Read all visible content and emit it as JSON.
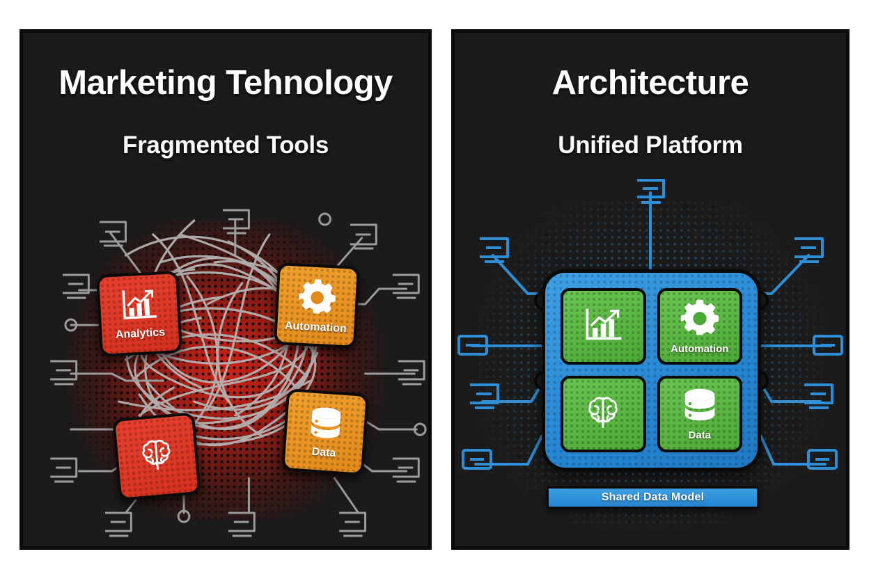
{
  "page": {
    "background": "#ffffff",
    "panel_background": "#1b1b1b"
  },
  "panels": [
    {
      "id": "fragmented",
      "title": "Marketing Tehnology",
      "subtitle": "Fragmented Tools",
      "accent_color": "#d4301f",
      "wire_color": "#b9b9b9",
      "node_color": "#9c9c9c",
      "halo_color": "#d62618",
      "cards": [
        {
          "id": "analytics",
          "label": "Analytics",
          "icon": "bar-chart-growth-icon",
          "color": "#d4301f"
        },
        {
          "id": "automation",
          "label": "Automation",
          "icon": "gear-icon",
          "color": "#e2891c"
        },
        {
          "id": "brain",
          "label": "",
          "icon": "brain-icon",
          "color": "#d4301f"
        },
        {
          "id": "data",
          "label": "Data",
          "icon": "database-icon",
          "color": "#e2891c"
        }
      ]
    },
    {
      "id": "unified",
      "title": "Architecture",
      "subtitle": "Unified Platform",
      "accent_color": "#2686d2",
      "wire_color": "#2f8fd6",
      "node_color": "#2f8fd6",
      "module_color": "#4da936",
      "shared_bar_label": "Shared Data Model",
      "modules": [
        {
          "id": "analytics",
          "label": "",
          "icon": "bar-chart-growth-icon"
        },
        {
          "id": "automation",
          "label": "Automation",
          "icon": "gear-icon"
        },
        {
          "id": "brain",
          "label": "",
          "icon": "brain-icon"
        },
        {
          "id": "data",
          "label": "Data",
          "icon": "database-icon"
        }
      ]
    }
  ]
}
